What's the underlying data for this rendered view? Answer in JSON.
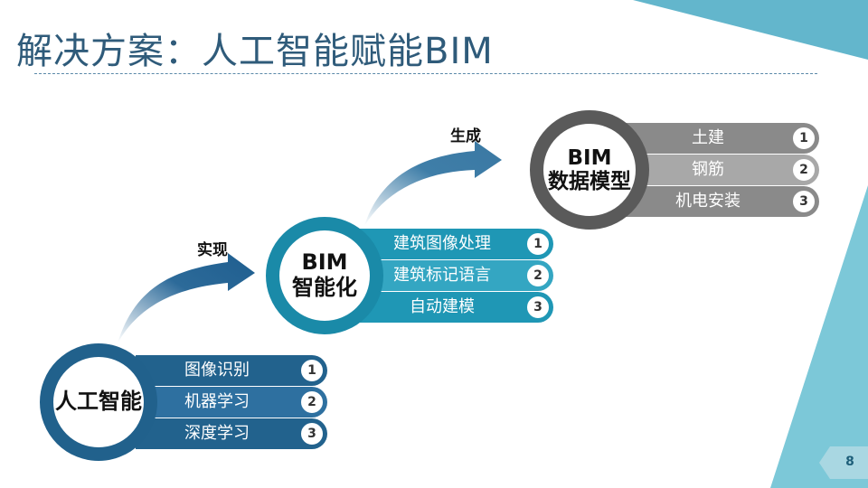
{
  "title": "解决方案：人工智能赋能BIM",
  "page_number": "8",
  "colors": {
    "title": "#2f5b7a",
    "accent_dark_blue": "#21618c",
    "accent_teal": "#1f97b5",
    "accent_gray": "#8a8a8a",
    "deco_light_blue": "#79c6d6"
  },
  "arrows": {
    "lower_label": "实现",
    "upper_label": "生成"
  },
  "stages": [
    {
      "circle_text": "人工智能",
      "items": [
        {
          "label": "图像识别",
          "num": "1"
        },
        {
          "label": "机器学习",
          "num": "2"
        },
        {
          "label": "深度学习",
          "num": "3"
        }
      ]
    },
    {
      "circle_text": "BIM\n智能化",
      "items": [
        {
          "label": "建筑图像处理",
          "num": "1"
        },
        {
          "label": "建筑标记语言",
          "num": "2"
        },
        {
          "label": "自动建模",
          "num": "3"
        }
      ]
    },
    {
      "circle_text": "BIM\n数据模型",
      "items": [
        {
          "label": "土建",
          "num": "1"
        },
        {
          "label": "钢筋",
          "num": "2"
        },
        {
          "label": "机电安装",
          "num": "3"
        }
      ]
    }
  ]
}
